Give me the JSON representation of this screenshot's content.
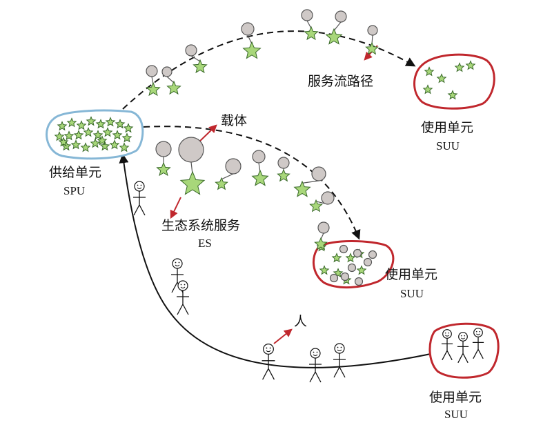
{
  "labels": {
    "flow_path": "服务流路径",
    "carrier": "载体",
    "spu_cn": "供给单元",
    "spu_en": "SPU",
    "es_cn": "生态系统服务",
    "es_en": "ES",
    "suu_top_cn": "使用单元",
    "suu_top_en": "SUU",
    "suu_mid_cn": "使用单元",
    "suu_mid_en": "SUU",
    "suu_bottom_cn": "使用单元",
    "suu_bottom_en": "SUU",
    "human": "人"
  },
  "colors": {
    "star_fill": "#a8d77a",
    "star_stroke": "#3a6a2a",
    "carrier_fill": "#cfc9c7",
    "spu_border": "#86b7d6",
    "suu_border": "#c0272d",
    "red_arrow": "#c0272d",
    "dashed_path": "#111111"
  },
  "icons": [
    "star-icon",
    "carrier-ball-icon",
    "person-icon",
    "arrow-icon"
  ]
}
